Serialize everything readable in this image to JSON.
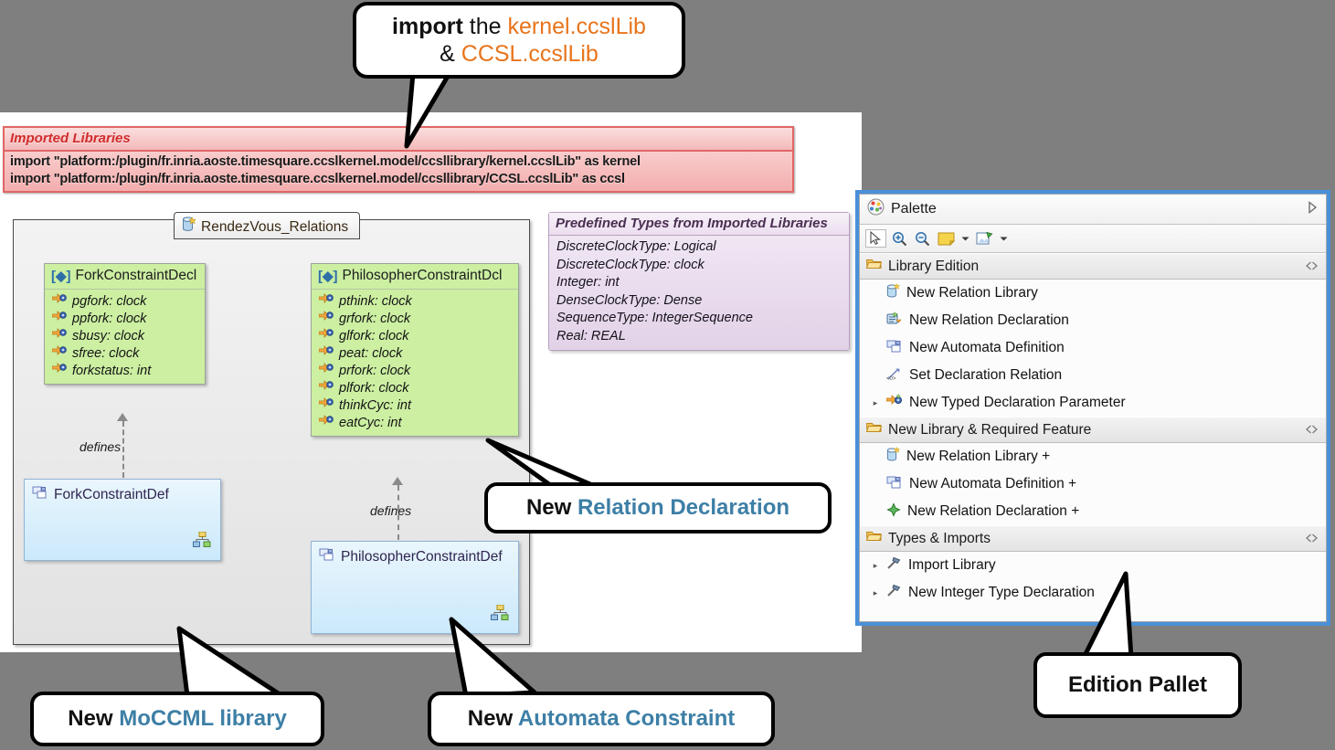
{
  "imported_libraries": {
    "title": "Imported Libraries",
    "lines": [
      "import \"platform:/plugin/fr.inria.aoste.timesquare.ccslkernel.model/ccsllibrary/kernel.ccslLib\" as kernel",
      "import \"platform:/plugin/fr.inria.aoste.timesquare.ccslkernel.model/ccsllibrary/CCSL.ccslLib\" as ccsl"
    ]
  },
  "diagram": {
    "tab_label": "RendezVous_Relations",
    "tab_icon": "relation-library-icon",
    "defines_label_1": "defines",
    "defines_label_2": "defines",
    "fork_decl": {
      "name": "ForkConstraintDecl",
      "stereo": "[◆]",
      "attributes": [
        "pgfork: clock",
        "ppfork: clock",
        "sbusy: clock",
        "sfree: clock",
        "forkstatus: int"
      ]
    },
    "philosopher_decl": {
      "name": "PhilosopherConstraintDcl",
      "stereo": "[◆]",
      "attributes": [
        "pthink: clock",
        "grfork: clock",
        "glfork: clock",
        "peat: clock",
        "prfork: clock",
        "plfork: clock",
        "thinkCyc: int",
        "eatCyc: int"
      ]
    },
    "fork_def": {
      "name": "ForkConstraintDef"
    },
    "philosopher_def": {
      "name": "PhilosopherConstraintDef"
    }
  },
  "predefined_types": {
    "title": "Predefined Types from Imported Libraries",
    "lines": [
      "DiscreteClockType: Logical",
      "DiscreteClockType: clock",
      "Integer: int",
      "DenseClockType: Dense",
      "SequenceType: IntegerSequence",
      "Real: REAL"
    ]
  },
  "palette": {
    "title": "Palette",
    "expand_icon": "chevron-right-icon",
    "toolbar": [
      {
        "name": "select-tool",
        "icon": "cursor-arrow-icon"
      },
      {
        "name": "zoom-in-tool",
        "icon": "magnifier-plus-icon"
      },
      {
        "name": "zoom-out-tool",
        "icon": "magnifier-minus-icon"
      },
      {
        "name": "note-tool",
        "icon": "note-icon"
      },
      {
        "name": "note-dropdown",
        "icon": "chevron-down-icon"
      },
      {
        "name": "attach-note-tool",
        "icon": "note-attach-icon"
      },
      {
        "name": "attach-note-dropdown",
        "icon": "chevron-down-icon"
      }
    ],
    "sections": [
      {
        "label": "Library Edition",
        "collapse_icon": "collapse-icon",
        "items": [
          {
            "label": "New Relation Library",
            "icon": "relation-library-icon",
            "expandable": false
          },
          {
            "label": "New Relation Declaration",
            "icon": "relation-declaration-icon",
            "expandable": false
          },
          {
            "label": "New Automata Definition",
            "icon": "automata-definition-icon",
            "expandable": false
          },
          {
            "label": "Set Declaration Relation",
            "icon": "declaration-relation-icon",
            "expandable": false
          },
          {
            "label": "New Typed Declaration Parameter",
            "icon": "typed-parameter-icon",
            "expandable": true
          }
        ]
      },
      {
        "label": "New Library & Required Feature",
        "collapse_icon": "collapse-icon",
        "items": [
          {
            "label": "New Relation Library +",
            "icon": "relation-library-icon",
            "expandable": false
          },
          {
            "label": "New Automata Definition +",
            "icon": "automata-definition-icon",
            "expandable": false
          },
          {
            "label": "New Relation Declaration +",
            "icon": "green-diamond-icon",
            "expandable": false
          }
        ]
      },
      {
        "label": "Types & Imports",
        "collapse_icon": "collapse-icon",
        "items": [
          {
            "label": "Import Library",
            "icon": "hammer-icon",
            "expandable": true
          },
          {
            "label": "New Integer Type Declaration",
            "icon": "hammer-icon",
            "expandable": true
          }
        ]
      }
    ]
  },
  "callouts": {
    "import": {
      "prefix": "import",
      "mid": " the ",
      "lib1": "kernel.ccslLib",
      "amp": "& ",
      "lib2": "CCSL.ccslLib"
    },
    "relation_declaration": {
      "black": "New ",
      "blue": "Relation Declaration"
    },
    "moccml": {
      "black": "New ",
      "blue": "MoCCML library"
    },
    "automata": {
      "black": "New ",
      "blue": "Automata Constraint"
    },
    "pallet": {
      "black": "Edition Pallet"
    }
  },
  "colors": {
    "accent_blue": "#3d7fa6",
    "accent_orange": "#e8741b",
    "palette_border": "#4a90d9",
    "imported_red": "#d02b2b",
    "decl_green": "#ccefa2",
    "def_blue": "#cbe9fb",
    "background": "#7f7f7f"
  }
}
